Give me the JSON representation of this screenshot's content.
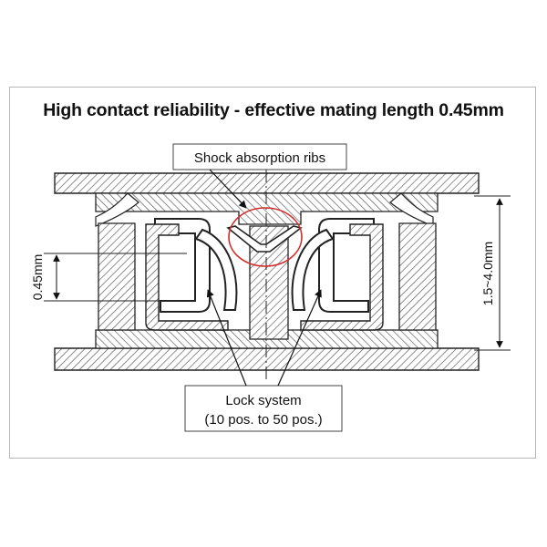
{
  "title": "High contact reliability - effective mating length 0.45mm",
  "callouts": {
    "ribs": "Shock absorption ribs",
    "lock_line1": "Lock system",
    "lock_line2": "(10 pos. to 50 pos.)"
  },
  "dimensions": {
    "mating_length": "0.45mm",
    "stack_height": "1.5~4.0mm"
  },
  "colors": {
    "highlight_circle": "#d42a2a",
    "hatch": "#555555",
    "outline": "#222222"
  }
}
